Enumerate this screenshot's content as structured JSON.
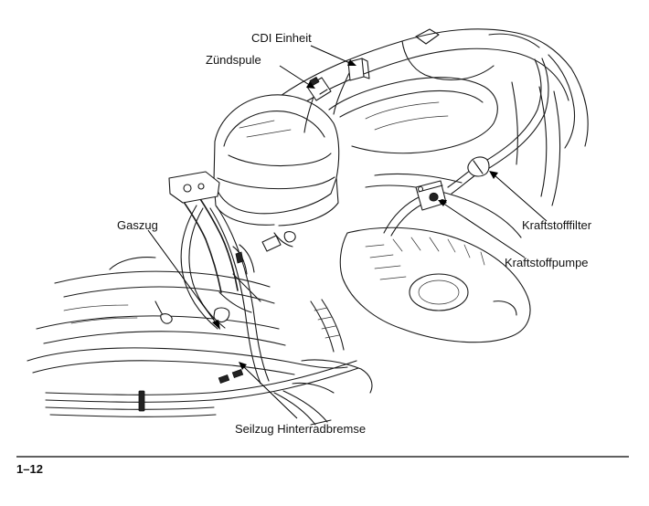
{
  "labels": {
    "cdi_einheit": "CDI Einheit",
    "zuendspule": "Zündspule",
    "gaszug": "Gaszug",
    "kraftstofffilter": "Kraftstofffilter",
    "kraftstoffpumpe": "Kraftstoffpumpe",
    "seilzug_hinterradbremse": "Seilzug Hinterradbremse"
  },
  "page_number": "1–12"
}
